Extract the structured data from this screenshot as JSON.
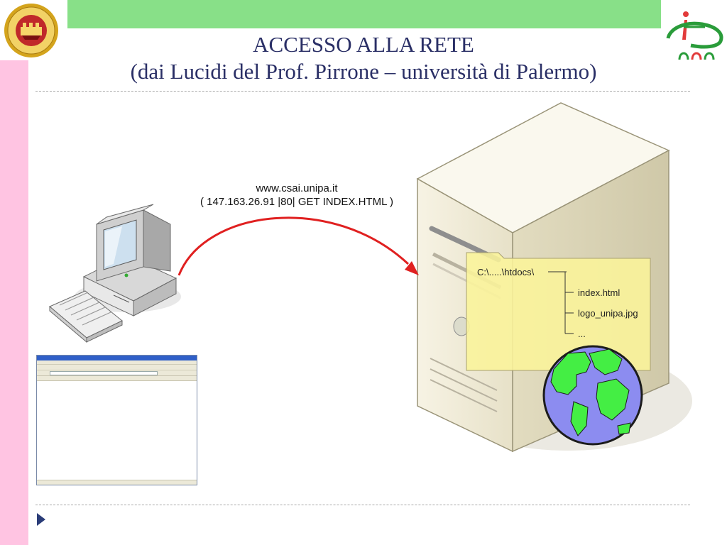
{
  "slide": {
    "title_line1": "ACCESSO ALLA RETE",
    "title_line2": "(dai Lucidi del Prof. Pirrone – università di Palermo)"
  },
  "diagram": {
    "request_host": "www.csai.unipa.it",
    "request_line": "( 147.163.26.91 |80| GET INDEX.HTML )",
    "folder_path": "C:\\.....\\htdocs\\",
    "files": [
      "index.html",
      "logo_unipa.jpg",
      "..."
    ]
  },
  "colors": {
    "title": "#2a2f66",
    "green_bar": "#88e088",
    "pink_strip": "#ffc4e2",
    "arrow": "#e02020",
    "folder": "#fbf49a",
    "globe_sea": "#8c8cf0",
    "globe_land": "#44ee44"
  },
  "icons": [
    "university-seal-icon",
    "department-logo-icon",
    "client-computer-icon",
    "keyboard-icon",
    "server-icon",
    "folder-icon",
    "globe-icon",
    "browser-window-icon",
    "slide-bullet-icon"
  ]
}
